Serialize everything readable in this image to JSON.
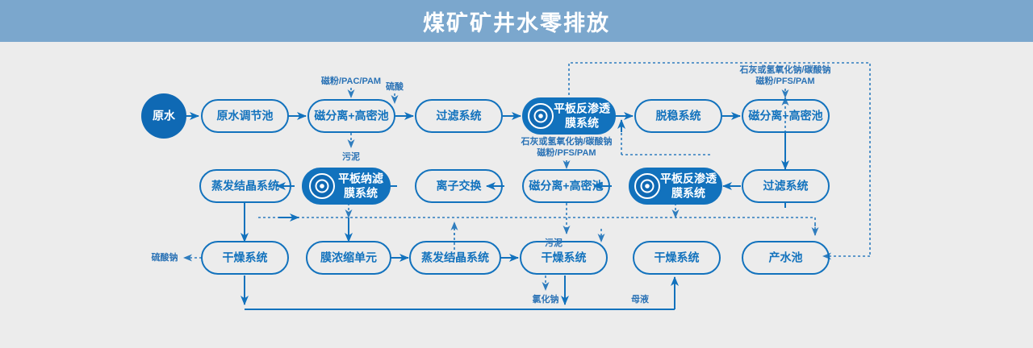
{
  "header": {
    "title": "煤矿矿井水零排放"
  },
  "colors": {
    "header_bg": "#7ba7cd",
    "page_bg": "#ececec",
    "accent": "#1272bd",
    "node_fill": "#0f69b4",
    "text_on_fill": "#ffffff"
  },
  "nodes": {
    "raw_water": "原水",
    "raw_water_tank": "原水调节池",
    "mag_sep_1": "磁分离+高密池",
    "filter_1": "过滤系统",
    "flat_ro_1": "平板反渗透\n膜系统",
    "flat_ro_1_l1": "平板反渗透",
    "flat_ro_1_l2": "膜系统",
    "destabilize": "脱稳系统",
    "mag_sep_2": "磁分离+高密池",
    "filter_2": "过滤系统",
    "flat_ro_2_l1": "平板反渗透",
    "flat_ro_2_l2": "膜系统",
    "mag_sep_3": "磁分离+高密池",
    "ion_exchange": "离子交换",
    "flat_nf_l1": "平板纳滤",
    "flat_nf_l2": "膜系统",
    "evap_cryst_1": "蒸发结晶系统",
    "dryer_1": "干燥系统",
    "membrane_conc": "膜浓缩单元",
    "evap_cryst_2": "蒸发结晶系统",
    "dryer_2": "干燥系统",
    "dryer_3": "干燥系统",
    "product_water": "产水池"
  },
  "annotations": {
    "dosing_1": "磁粉/PAC/PAM",
    "sulfuric_acid": "硫酸",
    "sludge_1": "污泥",
    "dosing_2_l1": "石灰或氢氧化钠/碳酸钠",
    "dosing_2_l2": "磁粉/PFS/PAM",
    "dosing_3_l1": "石灰或氢氧化钠/碳酸钠",
    "dosing_3_l2": "磁粉/PFS/PAM",
    "sludge_2": "污泥",
    "sodium_sulfate": "硫酸钠",
    "sodium_chloride": "氯化钠",
    "mother_liquor": "母液"
  }
}
